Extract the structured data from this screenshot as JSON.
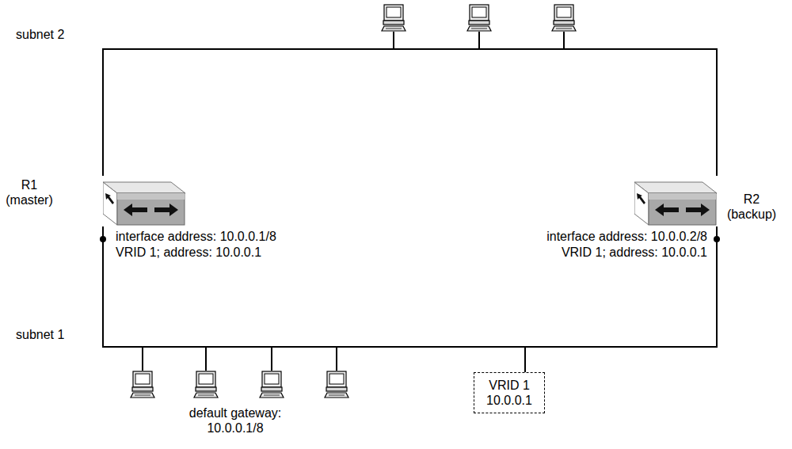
{
  "diagram": {
    "nodes": [
      {
        "text": [
          "R1 (master)"
        ]
      },
      {
        "text": [
          "R2 (backup)"
        ]
      },
      {
        "text": [
          "VRID 1",
          "10.0.0.1"
        ]
      }
    ],
    "edges": [
      {
        "from": 0,
        "to": 1,
        "arrow": "none"
      },
      {
        "from": 0,
        "to": 1,
        "arrow": "none"
      }
    ],
    "labels": [
      "subnet 2",
      "subnet 1",
      "interface address: 10.0.0.1/8",
      "VRID 1; address: 10.0.0.1",
      "interface address: 10.0.0.2/8",
      "VRID 1; address: 10.0.0.1",
      "default gateway: 10.0.0.1/8"
    ]
  }
}
